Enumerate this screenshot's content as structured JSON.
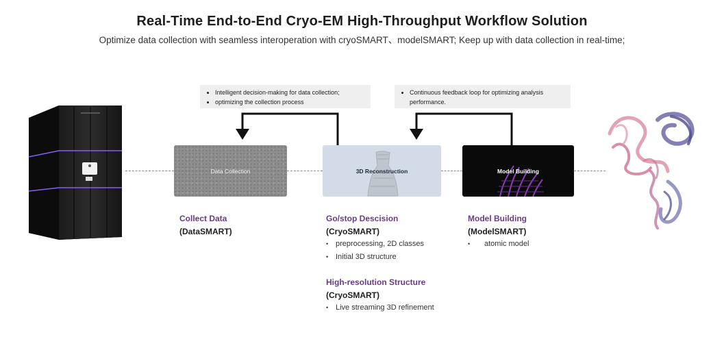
{
  "header": {
    "title": "Real-Time End-to-End Cryo-EM High-Throughput Workflow Solution",
    "subtitle": "Optimize data collection with seamless interoperation with cryoSMART、modelSMART; Keep up with data collection in real-time;"
  },
  "feedback_notes": [
    {
      "lines": [
        "Intelligent decision-making for data collection;",
        "optimizing the collection process"
      ]
    },
    {
      "lines": [
        "Continuous feedback loop for optimizing analysis",
        "performance."
      ]
    }
  ],
  "stages": [
    {
      "label": "Data Collection"
    },
    {
      "label": "3D Reconstruction"
    },
    {
      "label": "Model Building"
    }
  ],
  "descriptions": {
    "collect": {
      "heading": "Collect Data",
      "tool": "(DataSMART)"
    },
    "reconstruct": {
      "heading": "Go/stop Descision",
      "tool": "(CryoSMART)",
      "bullets": [
        "preprocessing, 2D classes",
        "Initial 3D structure"
      ],
      "heading2": "High-resolution Structure",
      "tool2": "(CryoSMART)",
      "bullets2": [
        "Live streaming 3D refinement"
      ]
    },
    "model": {
      "heading": "Model Building",
      "tool": "(ModelSMART)",
      "bullets": [
        "atomic model"
      ]
    }
  },
  "colors": {
    "accent_purple": "#6b3a86",
    "instrument_glow": "#8b5cf6",
    "reconstruction_box": "#d3dbe6",
    "model_box": "#0a0a0a"
  },
  "icons": {
    "instrument": "cryo-em-microscope-icon",
    "protein": "protein-structure-icon"
  }
}
